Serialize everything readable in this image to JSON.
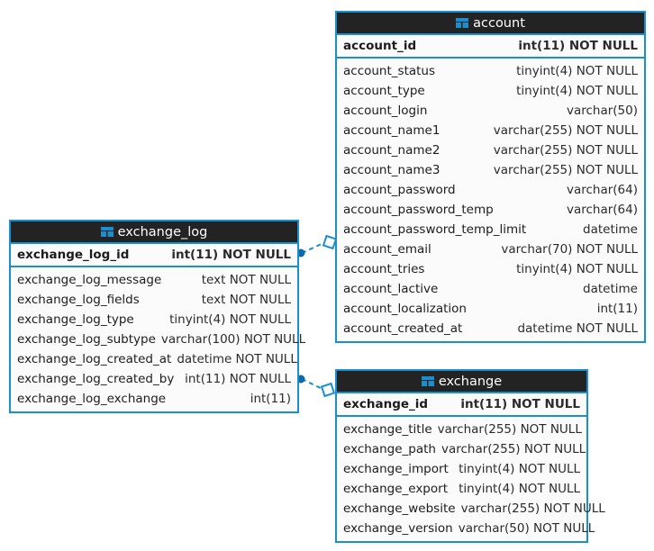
{
  "diagram": {
    "background_color": "#ffffff",
    "accent_color": "#1a8fd0",
    "header_color": "#232323",
    "row_color": "#fbfbfb"
  },
  "tables": [
    {
      "name": "exchange_log",
      "icon": "table-icon",
      "primary_key": {
        "name": "exchange_log_id",
        "type": "int(11) NOT NULL"
      },
      "columns": [
        {
          "name": "exchange_log_message",
          "type": "text NOT NULL"
        },
        {
          "name": "exchange_log_fields",
          "type": "text NOT NULL"
        },
        {
          "name": "exchange_log_type",
          "type": "tinyint(4) NOT NULL"
        },
        {
          "name": "exchange_log_subtype",
          "type": "varchar(100) NOT NULL"
        },
        {
          "name": "exchange_log_created_at",
          "type": "datetime NOT NULL"
        },
        {
          "name": "exchange_log_created_by",
          "type": "int(11) NOT NULL"
        },
        {
          "name": "exchange_log_exchange",
          "type": "int(11)"
        }
      ]
    },
    {
      "name": "account",
      "icon": "table-icon",
      "primary_key": {
        "name": "account_id",
        "type": "int(11) NOT NULL"
      },
      "columns": [
        {
          "name": "account_status",
          "type": "tinyint(4) NOT NULL"
        },
        {
          "name": "account_type",
          "type": "tinyint(4) NOT NULL"
        },
        {
          "name": "account_login",
          "type": "varchar(50)"
        },
        {
          "name": "account_name1",
          "type": "varchar(255) NOT NULL"
        },
        {
          "name": "account_name2",
          "type": "varchar(255) NOT NULL"
        },
        {
          "name": "account_name3",
          "type": "varchar(255) NOT NULL"
        },
        {
          "name": "account_password",
          "type": "varchar(64)"
        },
        {
          "name": "account_password_temp",
          "type": "varchar(64)"
        },
        {
          "name": "account_password_temp_limit",
          "type": "datetime"
        },
        {
          "name": "account_email",
          "type": "varchar(70) NOT NULL"
        },
        {
          "name": "account_tries",
          "type": "tinyint(4) NOT NULL"
        },
        {
          "name": "account_lactive",
          "type": "datetime"
        },
        {
          "name": "account_localization",
          "type": "int(11)"
        },
        {
          "name": "account_created_at",
          "type": "datetime NOT NULL"
        }
      ]
    },
    {
      "name": "exchange",
      "icon": "table-icon",
      "primary_key": {
        "name": "exchange_id",
        "type": "int(11) NOT NULL"
      },
      "columns": [
        {
          "name": "exchange_title",
          "type": "varchar(255) NOT NULL"
        },
        {
          "name": "exchange_path",
          "type": "varchar(255) NOT NULL"
        },
        {
          "name": "exchange_import",
          "type": "tinyint(4) NOT NULL"
        },
        {
          "name": "exchange_export",
          "type": "tinyint(4) NOT NULL"
        },
        {
          "name": "exchange_website",
          "type": "varchar(255) NOT NULL"
        },
        {
          "name": "exchange_version",
          "type": "varchar(50) NOT NULL"
        }
      ]
    }
  ],
  "relationships": [
    {
      "from_table": "exchange_log",
      "from_column": "exchange_log_id",
      "to_table": "account",
      "to_column": "account_id"
    },
    {
      "from_table": "exchange_log",
      "from_column": "exchange_log_created_by",
      "to_table": "exchange",
      "to_column": "exchange_id"
    }
  ]
}
